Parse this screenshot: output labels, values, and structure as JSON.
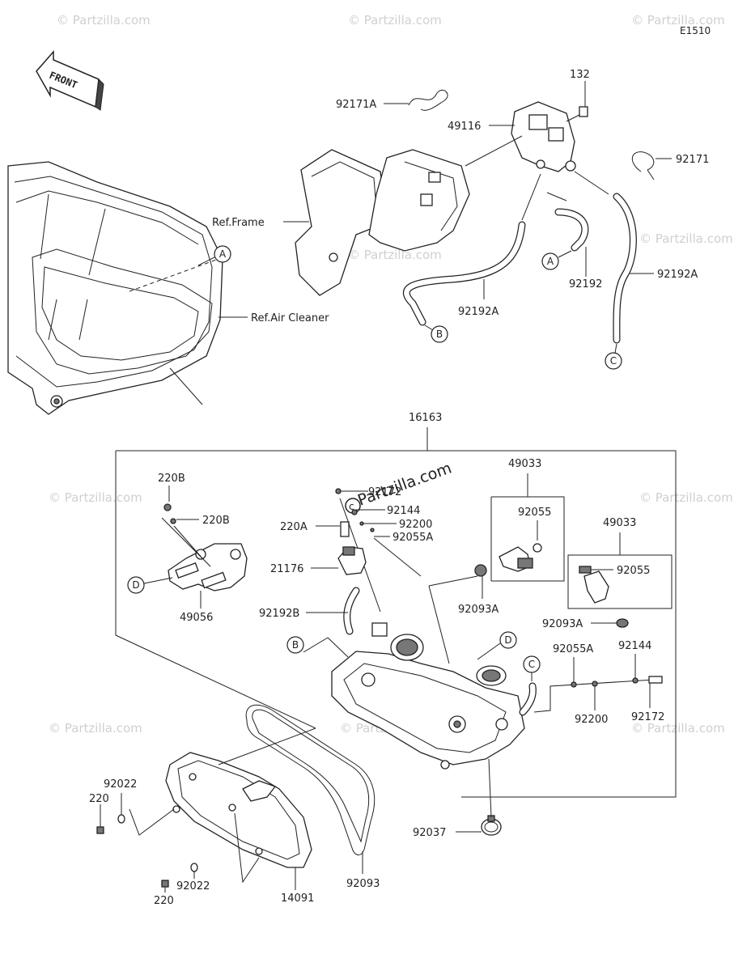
{
  "diagram_code": "E1510",
  "front_label": "FRONT",
  "watermark": "© Partzilla.com",
  "watermark_center": "Partzilla.com",
  "references": {
    "frame": "Ref.Frame",
    "air_cleaner": "Ref.Air Cleaner"
  },
  "callouts": {
    "A": "A",
    "B": "B",
    "C": "C",
    "D": "D"
  },
  "labels": {
    "p132": "132",
    "p92171A": "92171A",
    "p49116": "49116",
    "p92171": "92171",
    "p92192A_top": "92192A",
    "p92192A_right": "92192A",
    "p92192": "92192",
    "p16163": "16163",
    "p220B_a": "220B",
    "p220B_b": "220B",
    "p49056": "49056",
    "p92172_top": "92172",
    "p92144_top": "92144",
    "p220A": "220A",
    "p92200_top": "92200",
    "p92055A_top": "92055A",
    "p21176": "21176",
    "p92192B": "92192B",
    "p49033_a": "49033",
    "p92055_a": "92055",
    "p92093A_a": "92093A",
    "p49033_b": "49033",
    "p92055_b": "92055",
    "p92093A_b": "92093A",
    "p92055A_right": "92055A",
    "p92144_right": "92144",
    "p92200_right": "92200",
    "p92172_right": "92172",
    "p92022_a": "92022",
    "p220_a": "220",
    "p92022_b": "92022",
    "p220_b": "220",
    "p92093": "92093",
    "p14091": "14091",
    "p92037": "92037"
  }
}
